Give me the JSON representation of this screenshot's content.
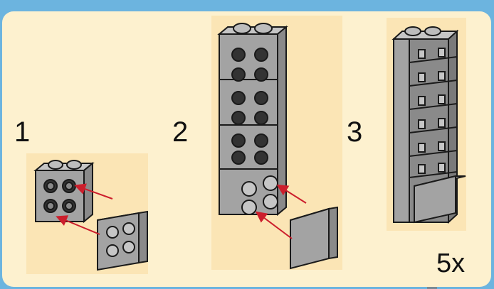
{
  "steps": [
    {
      "number": "1"
    },
    {
      "number": "2"
    },
    {
      "number": "3"
    }
  ],
  "multiplier": "5x",
  "colors": {
    "border": "#6cb4df",
    "background": "#fdf1cf",
    "step_area": "#fbe5b5",
    "brick_front": "#a3a3a3",
    "brick_top": "#c6c6c6",
    "brick_side": "#8a8a8a",
    "outline": "#1a1a1a",
    "arrow": "#cc1e2c"
  }
}
